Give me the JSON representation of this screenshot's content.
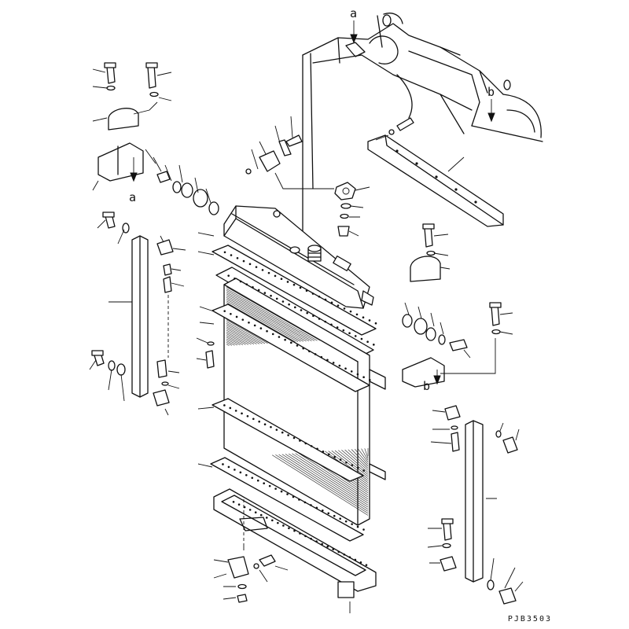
{
  "diagram": {
    "refs": {
      "a_top": "a",
      "b_top": "b",
      "a_left": "a",
      "b_right": "b"
    },
    "drawing_code": "PJB3503"
  }
}
